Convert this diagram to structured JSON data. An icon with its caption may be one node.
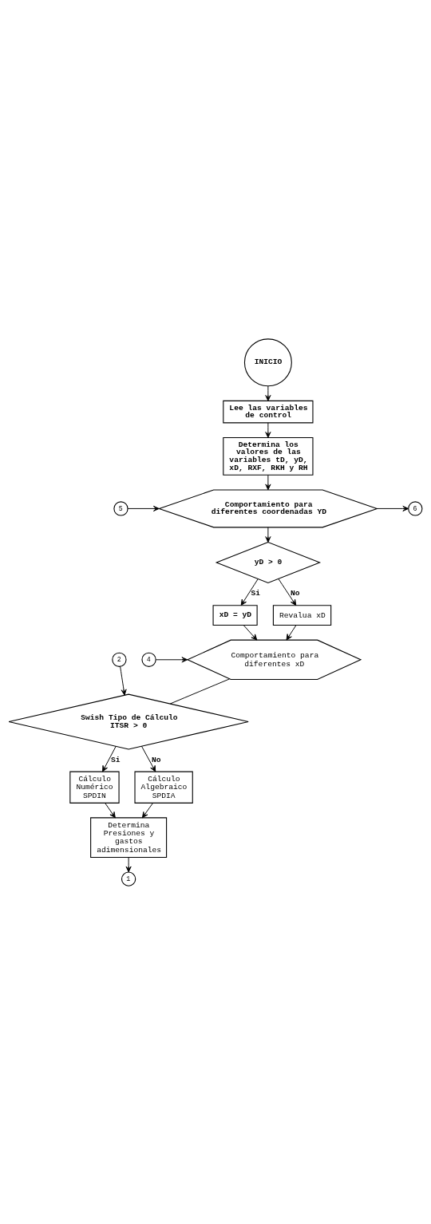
{
  "diagram": {
    "nodes": [
      {
        "text": [
          "INICIO"
        ]
      },
      {
        "text": [
          "Lee las variables de control"
        ]
      },
      {
        "text": [
          "Determina los valores de las variables tD, yD, xD, RXF, RKH y RH"
        ]
      },
      {
        "text": [
          "Comportamiento para diferentes coordenadas YD"
        ]
      },
      {
        "text": [
          "5"
        ]
      },
      {
        "text": [
          "6"
        ]
      },
      {
        "text": [
          "yD > 0"
        ]
      },
      {
        "text": [
          "xD = yD"
        ]
      },
      {
        "text": [
          "Revalua xD"
        ]
      },
      {
        "text": [
          "Comportamiento para diferentes xD"
        ]
      },
      {
        "text": [
          "4"
        ]
      },
      {
        "text": [
          "2"
        ]
      },
      {
        "text": [
          "Swish Tipo de Cálculo",
          "ITSR > 0"
        ]
      },
      {
        "text": [
          "Cálculo Numérico SPDIN"
        ]
      },
      {
        "text": [
          "Cálculo Algebraico SPDIA"
        ]
      },
      {
        "text": [
          "Determina Presiones y gastos adimensionales"
        ]
      },
      {
        "text": [
          "1"
        ]
      }
    ],
    "edges": [
      {
        "from": 0,
        "to": 1,
        "arrow": "to"
      },
      {
        "from": 1,
        "to": 2,
        "arrow": "to"
      },
      {
        "from": 2,
        "to": 3,
        "arrow": "to"
      },
      {
        "from": 4,
        "to": 3,
        "arrow": "to"
      },
      {
        "from": 3,
        "to": 5,
        "arrow": "to"
      },
      {
        "from": 3,
        "to": 6,
        "arrow": "to"
      },
      {
        "from": 6,
        "to": 7,
        "arrow": "to",
        "label": "Si"
      },
      {
        "from": 6,
        "to": 8,
        "arrow": "to",
        "label": "No"
      },
      {
        "from": 7,
        "to": 9,
        "arrow": "to"
      },
      {
        "from": 8,
        "to": 9,
        "arrow": "to"
      },
      {
        "from": 10,
        "to": 9,
        "arrow": "to"
      },
      {
        "from": 9,
        "to": 12,
        "arrow": "none"
      },
      {
        "from": 11,
        "to": 12,
        "arrow": "to"
      },
      {
        "from": 12,
        "to": 13,
        "arrow": "to",
        "label": "Si"
      },
      {
        "from": 12,
        "to": 14,
        "arrow": "to",
        "label": "No"
      },
      {
        "from": 13,
        "to": 15,
        "arrow": "to"
      },
      {
        "from": 14,
        "to": 15,
        "arrow": "to"
      },
      {
        "from": 15,
        "to": 16,
        "arrow": "to"
      }
    ]
  }
}
